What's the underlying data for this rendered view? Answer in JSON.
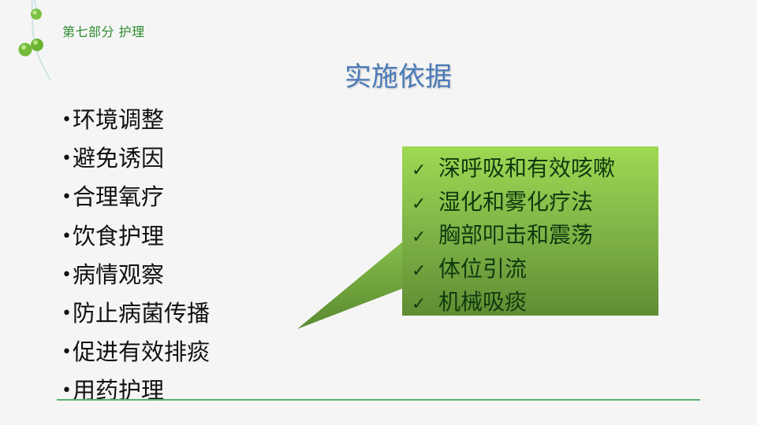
{
  "header": {
    "section_label": "第七部分  护理"
  },
  "slide": {
    "title": "实施依据",
    "bullets": [
      "环境调整",
      "避免诱因",
      "合理氧疗",
      "饮食护理",
      "病情观察",
      "防止病菌传播",
      "促进有效排痰",
      "用药护理"
    ],
    "callout": {
      "check_icon": "✓",
      "items": [
        "深呼吸和有效咳嗽",
        "湿化和雾化疗法",
        "胸部叩击和震荡",
        "体位引流",
        "机械吸痰"
      ]
    }
  },
  "colors": {
    "title": "#4a7ab8",
    "section_label": "#2e8b2e",
    "callout_top": "#9ed953",
    "callout_bottom": "#5f8d33",
    "rule": "#5cb071"
  }
}
